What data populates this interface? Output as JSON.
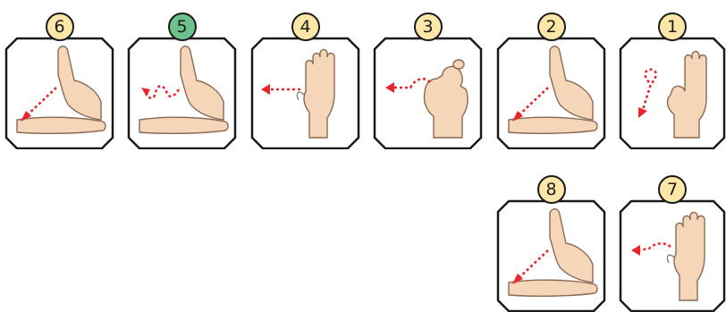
{
  "colors": {
    "badge_default": "#fde7a8",
    "badge_active": "#6cc08b",
    "arrow": "#e8262b",
    "skin": "#f5d6b8",
    "skin_outline": "#8a6a55",
    "frame": "#1a1a1a"
  },
  "cards": [
    {
      "number": "6",
      "gesture": "hand-point-diagonal-down-left-with-arm",
      "active": false
    },
    {
      "number": "5",
      "gesture": "hand-point-wavy-left-with-arm",
      "active": true
    },
    {
      "number": "4",
      "gesture": "open-palm-swipe-left",
      "active": false
    },
    {
      "number": "3",
      "gesture": "fist-swipe-left",
      "active": false
    },
    {
      "number": "2",
      "gesture": "hand-point-diagonal-down-left-with-arm",
      "active": false
    },
    {
      "number": "1",
      "gesture": "three-fingers-curl-down",
      "active": false
    },
    {
      "number": "8",
      "gesture": "hand-point-diagonal-down-left-with-arm",
      "active": false
    },
    {
      "number": "7",
      "gesture": "open-palm-swipe-left",
      "active": false
    }
  ]
}
